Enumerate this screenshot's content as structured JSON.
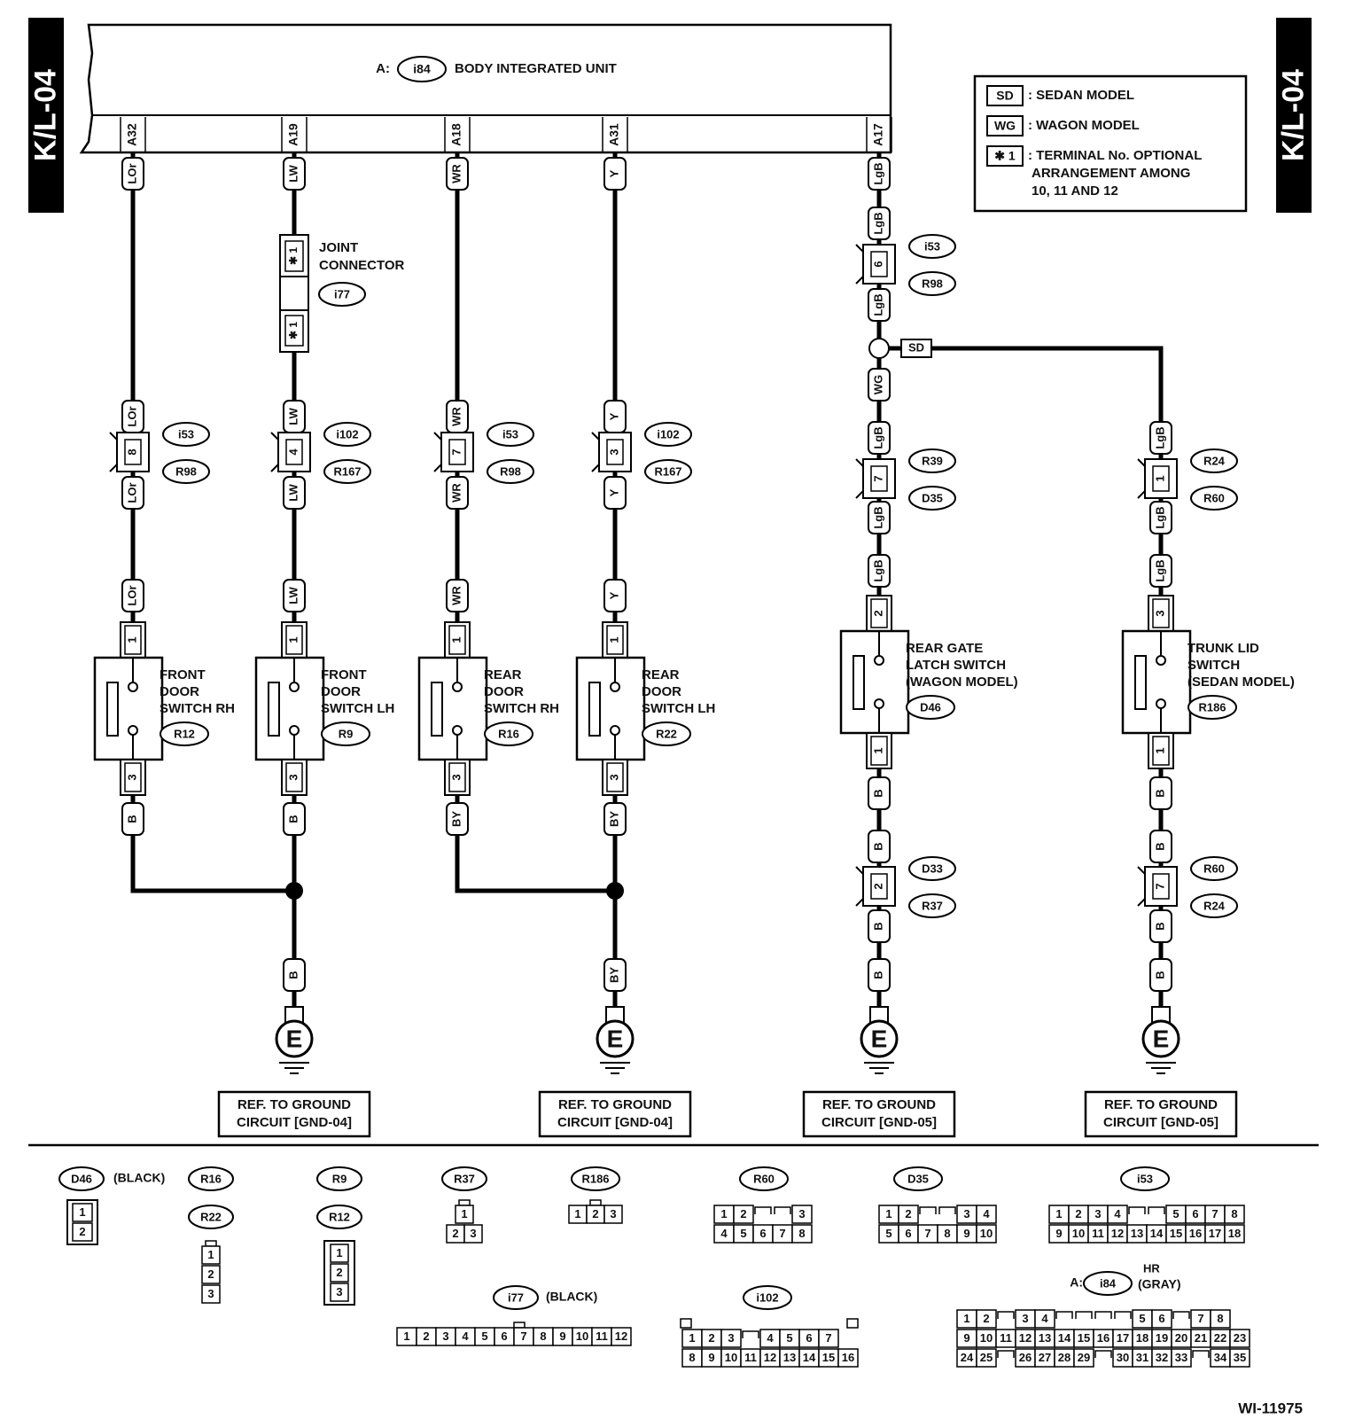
{
  "page_tag": "K/L-04",
  "unit": {
    "prefix": "A:",
    "connector": "i84",
    "name": "BODY INTEGRATED UNIT"
  },
  "legend": [
    {
      "code": "SD",
      "text": ": SEDAN MODEL"
    },
    {
      "code": "WG",
      "text": ": WAGON MODEL"
    },
    {
      "code": "✱ 1",
      "text": ": TERMINAL No. OPTIONAL",
      "text2": "ARRANGEMENT AMONG",
      "text3": "10, 11 AND 12"
    }
  ],
  "pins": [
    "A32",
    "A19",
    "A18",
    "A31",
    "A17"
  ],
  "wires": {
    "w1": [
      "LOr",
      "LOr",
      "LOr",
      "LOr",
      "B"
    ],
    "w2": [
      "LW",
      "LW",
      "LW",
      "LW",
      "B",
      "B"
    ],
    "w3": [
      "WR",
      "WR",
      "WR",
      "WR",
      "BY"
    ],
    "w4": [
      "Y",
      "Y",
      "Y",
      "Y",
      "BY",
      "BY"
    ],
    "w5": [
      "LgB",
      "LgB",
      "LgB",
      "WG",
      "LgB",
      "LgB",
      "LgB",
      "B",
      "B",
      "B",
      "B"
    ],
    "w6": [
      "SD",
      "LgB",
      "LgB",
      "LgB",
      "B",
      "B",
      "B",
      "B"
    ]
  },
  "joint_connector": {
    "name": "JOINT",
    "name2": "CONNECTOR",
    "id": "i77",
    "pin": "✱ 1"
  },
  "inline": {
    "c1": {
      "pin": "8",
      "top": "i53",
      "bottom": "R98"
    },
    "c2": {
      "pin": "4",
      "top": "i102",
      "bottom": "R167"
    },
    "c3": {
      "pin": "7",
      "top": "i53",
      "bottom": "R98"
    },
    "c4": {
      "pin": "3",
      "top": "i102",
      "bottom": "R167"
    },
    "c5a": {
      "pin": "6",
      "top": "i53",
      "bottom": "R98"
    },
    "c5b": {
      "pin": "7",
      "top": "R39",
      "bottom": "D35"
    },
    "c5c": {
      "pin": "2",
      "top": "D33",
      "bottom": "R37"
    },
    "c6a": {
      "pin": "1",
      "top": "R24",
      "bottom": "R60"
    },
    "c6b": {
      "pin": "7",
      "top": "R60",
      "bottom": "R24"
    }
  },
  "switches": [
    {
      "l1": "FRONT",
      "l2": "DOOR",
      "l3": "SWITCH RH",
      "id": "R12",
      "pin_top": "1",
      "pin_bottom": "3"
    },
    {
      "l1": "FRONT",
      "l2": "DOOR",
      "l3": "SWITCH LH",
      "id": "R9",
      "pin_top": "1",
      "pin_bottom": "3"
    },
    {
      "l1": "REAR",
      "l2": "DOOR",
      "l3": "SWITCH RH",
      "id": "R16",
      "pin_top": "1",
      "pin_bottom": "3"
    },
    {
      "l1": "REAR",
      "l2": "DOOR",
      "l3": "SWITCH LH",
      "id": "R22",
      "pin_top": "1",
      "pin_bottom": "3"
    },
    {
      "l1": "REAR GATE",
      "l2": "LATCH SWITCH",
      "l3": "(WAGON MODEL)",
      "id": "D46",
      "pin_top": "2",
      "pin_bottom": "1"
    },
    {
      "l1": "TRUNK LID",
      "l2": "SWITCH",
      "l3": "(SEDAN MODEL)",
      "id": "R186",
      "pin_top": "3",
      "pin_bottom": "1"
    }
  ],
  "ground_symbol": "E",
  "ground_refs": [
    {
      "l1": "REF. TO GROUND",
      "l2": "CIRCUIT [GND-04]"
    },
    {
      "l1": "REF. TO GROUND",
      "l2": "CIRCUIT [GND-04]"
    },
    {
      "l1": "REF. TO GROUND",
      "l2": "CIRCUIT [GND-05]"
    },
    {
      "l1": "REF. TO GROUND",
      "l2": "CIRCUIT [GND-05]"
    }
  ],
  "connector_views": {
    "d46": {
      "label": "D46",
      "note": "(BLACK)",
      "cells": [
        "1",
        "2"
      ]
    },
    "r16": {
      "labels": [
        "R16",
        "R22"
      ],
      "cells": [
        "1",
        "2",
        "3"
      ]
    },
    "r9": {
      "labels": [
        "R9",
        "R12"
      ],
      "cells": [
        "1",
        "2",
        "3"
      ]
    },
    "r37": {
      "label": "R37",
      "cells": [
        "1",
        "2",
        "3"
      ]
    },
    "r186": {
      "label": "R186",
      "cells": [
        "1",
        "2",
        "3"
      ]
    },
    "r60": {
      "label": "R60",
      "row1": [
        "1",
        "2",
        "",
        "3"
      ],
      "row2": [
        "4",
        "5",
        "6",
        "7",
        "8"
      ]
    },
    "d35": {
      "label": "D35",
      "row1": [
        "1",
        "2",
        "",
        "3",
        "4"
      ],
      "row2": [
        "5",
        "6",
        "7",
        "8",
        "9",
        "10"
      ]
    },
    "i53": {
      "label": "i53",
      "row1": [
        "1",
        "2",
        "3",
        "4",
        "",
        "5",
        "6",
        "7",
        "8"
      ],
      "row2": [
        "9",
        "10",
        "11",
        "12",
        "13",
        "14",
        "15",
        "16",
        "17",
        "18"
      ]
    },
    "i77": {
      "label": "i77",
      "note": "(BLACK)",
      "cells": [
        "1",
        "2",
        "3",
        "4",
        "5",
        "6",
        "7",
        "8",
        "9",
        "10",
        "11",
        "12"
      ]
    },
    "i102": {
      "label": "i102",
      "row1": [
        "1",
        "2",
        "3",
        "",
        "4",
        "5",
        "6",
        "7"
      ],
      "row2": [
        "8",
        "9",
        "10",
        "11",
        "12",
        "13",
        "14",
        "15",
        "16"
      ]
    },
    "i84": {
      "prefix": "A:",
      "label": "i84",
      "hr": "HR",
      "note": "(GRAY)",
      "row1": [
        "1",
        "2",
        "",
        "3",
        "4",
        "",
        "",
        "",
        "",
        "5",
        "6",
        "",
        "7",
        "8"
      ],
      "row2": [
        "9",
        "10",
        "11",
        "12",
        "13",
        "14",
        "15",
        "16",
        "17",
        "18",
        "19",
        "20",
        "21",
        "22",
        "23"
      ],
      "row3": [
        "24",
        "25",
        "",
        "26",
        "27",
        "28",
        "29",
        "",
        "30",
        "31",
        "32",
        "33",
        "",
        "34",
        "35"
      ]
    }
  },
  "footer_code": "WI-11975"
}
